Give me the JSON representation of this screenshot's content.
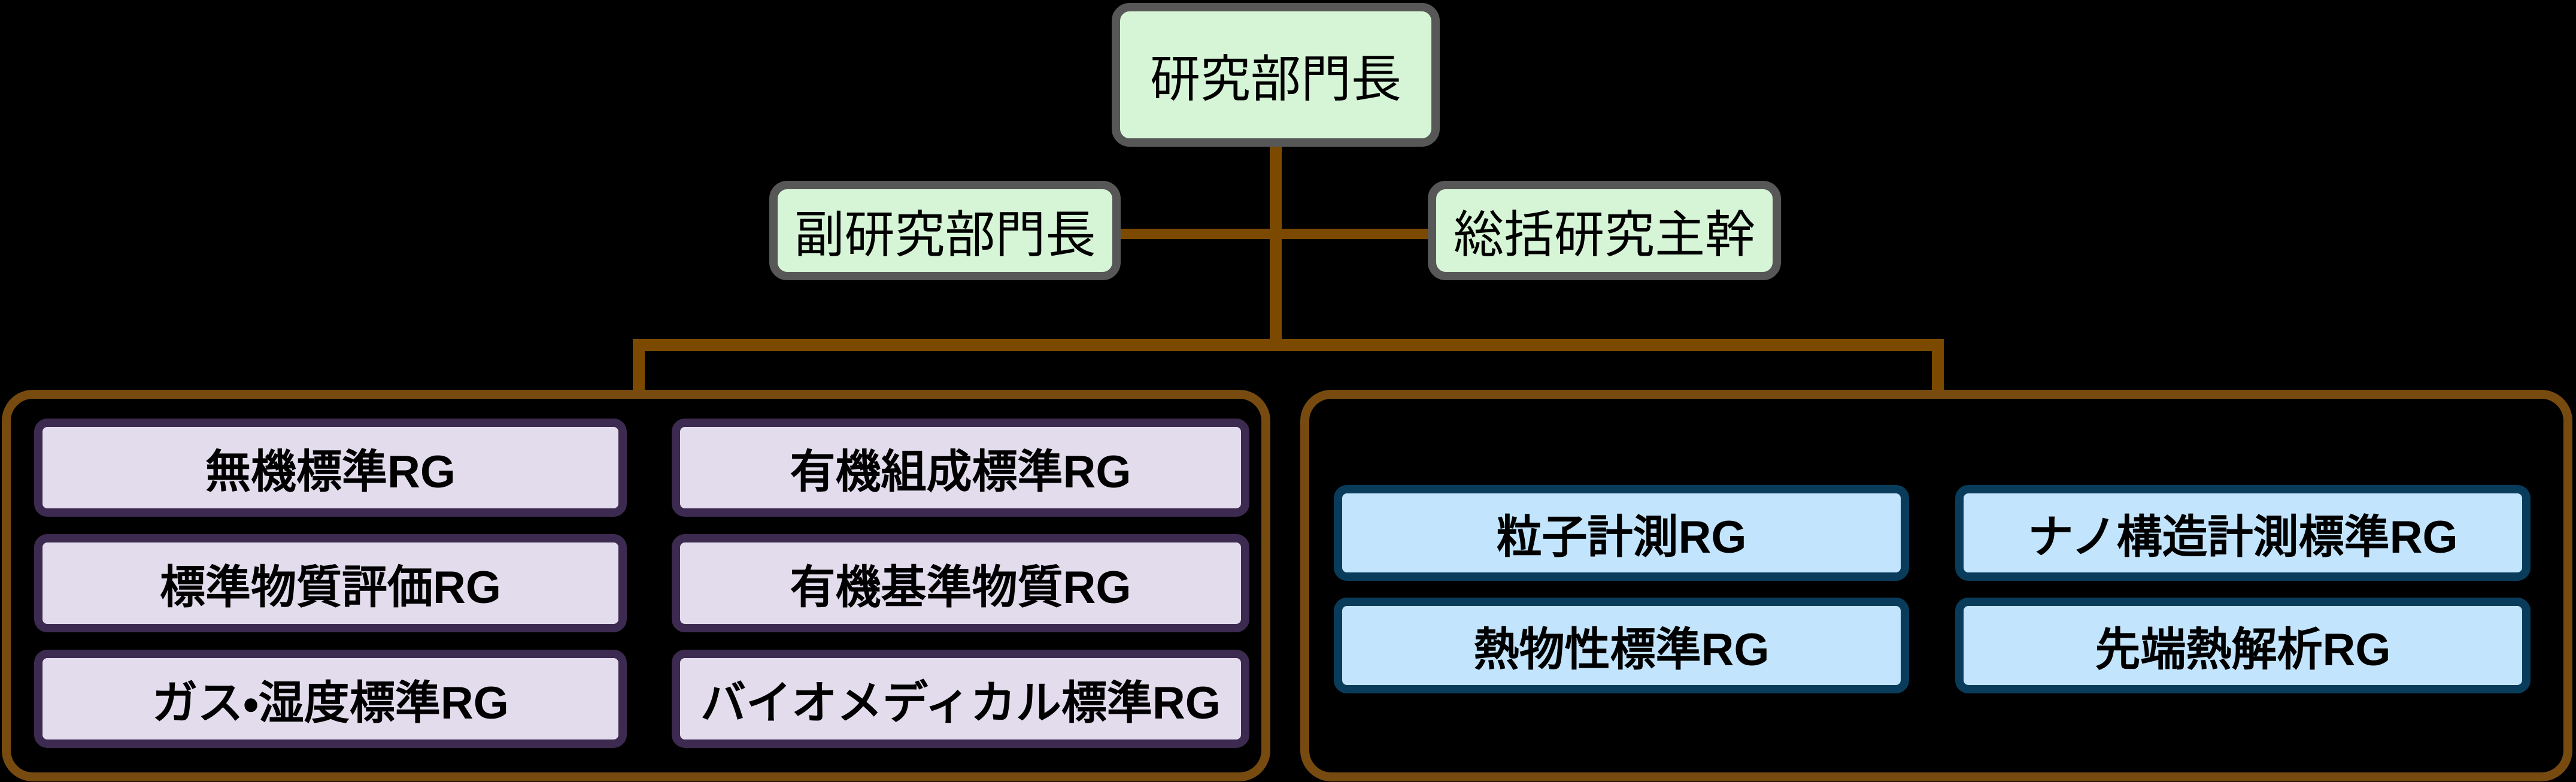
{
  "diagram_type": "organization-chart",
  "colors": {
    "background": "#000000",
    "connector": "#7B4A00",
    "group_border": "#774B10",
    "exec_fill": "#D6F5D6",
    "exec_border": "#575757",
    "purple_fill": "#E3DCED",
    "purple_border": "#3D2A50",
    "blue_fill": "#C2E4FC",
    "blue_border": "#093C5B",
    "text": "#000000"
  },
  "nodes": {
    "head": {
      "label": "研究部門長"
    },
    "deputy": {
      "label": "副研究部門長"
    },
    "chief": {
      "label": "総括研究主幹"
    }
  },
  "groups": {
    "left": {
      "items": [
        "無機標準RG",
        "有機組成標準RG",
        "標準物質評価RG",
        "有機基準物質RG",
        "ガス・湿度標準RG",
        "バイオメディカル標準RG"
      ]
    },
    "right": {
      "items": [
        "粒子計測RG",
        "ナノ構造計測標準RG",
        "熱物性標準RG",
        "先端熱解析RG"
      ]
    }
  }
}
